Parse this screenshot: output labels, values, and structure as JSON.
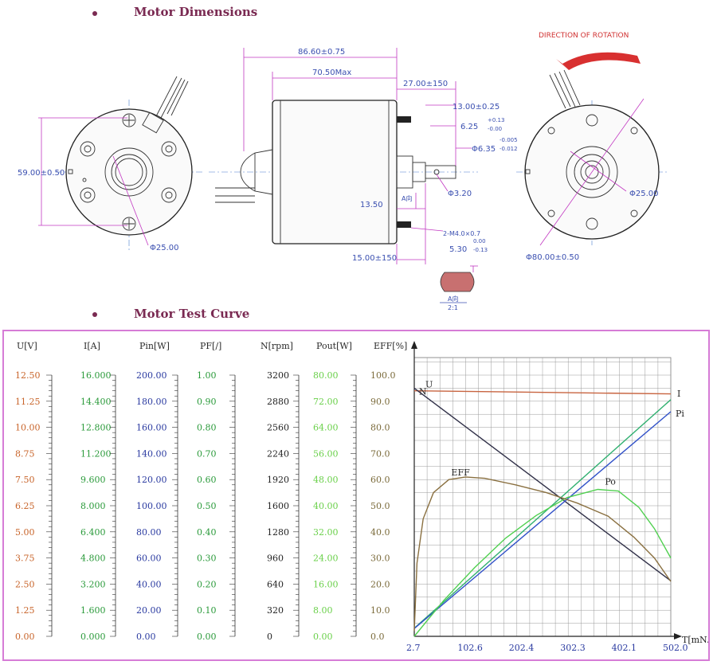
{
  "sections": {
    "dimensions_title": "Motor Dimensions",
    "curve_title": "Motor Test Curve"
  },
  "drawing": {
    "direction_label": "DIRECTION OF ROTATION",
    "dims": {
      "overall_length": "86.60±0.75",
      "body_length": "70.50Max",
      "shaft_length": "27.00±150",
      "shaft_flat": "13.00±0.25",
      "flat_depth": "6.25",
      "flat_tol_top": "+0.13",
      "flat_tol_bot": "-0.00",
      "shaft_dia": "Φ6.35",
      "shaft_tol_top": "-0.005",
      "shaft_tol_bot": "-0.012",
      "hole_dia": "Φ3.20",
      "hub_len": "13.50",
      "section_mark": "A向",
      "screw": "2-M4.0×0.7",
      "rear_len": "15.00±150",
      "flat_thk": "5.30",
      "flat_thk_tol_top": "0.00",
      "flat_thk_tol_bot": "-0.13",
      "section_label": "A向",
      "section_scale": "2:1",
      "height": "59.00±0.50",
      "boss_left": "Φ25.00",
      "boss_right": "Φ25.00",
      "body_dia": "Φ80.00±0.50"
    }
  },
  "chart_data": {
    "type": "line",
    "title": "",
    "xlabel": "T[mN.m]",
    "x_ticks": [
      "2.7",
      "102.6",
      "202.4",
      "302.3",
      "402.1",
      "502.0"
    ],
    "xlim": [
      2.7,
      502.0
    ],
    "y_columns": [
      {
        "header": "U[V]",
        "color": "#c8642a",
        "ticks": [
          "12.50",
          "11.25",
          "10.00",
          "8.75",
          "7.50",
          "6.25",
          "5.00",
          "3.75",
          "2.50",
          "1.25",
          "0.00"
        ]
      },
      {
        "header": "I[A]",
        "color": "#2a9a3a",
        "ticks": [
          "16.000",
          "14.400",
          "12.800",
          "11.200",
          "9.600",
          "8.000",
          "6.400",
          "4.800",
          "3.200",
          "1.600",
          "0.000"
        ]
      },
      {
        "header": "Pin[W]",
        "color": "#2a3aa0",
        "ticks": [
          "200.00",
          "180.00",
          "160.00",
          "140.00",
          "120.00",
          "100.00",
          "80.00",
          "60.00",
          "40.00",
          "20.00",
          "0.00"
        ]
      },
      {
        "header": "PF[/]",
        "color": "#2a9a3a",
        "ticks": [
          "1.00",
          "0.90",
          "0.80",
          "0.70",
          "0.60",
          "0.50",
          "0.40",
          "0.30",
          "0.20",
          "0.10",
          "0.00"
        ]
      },
      {
        "header": "N[rpm]",
        "color": "#222222",
        "ticks": [
          "3200",
          "2880",
          "2560",
          "2240",
          "1920",
          "1600",
          "1280",
          "960",
          "640",
          "320",
          "0"
        ]
      },
      {
        "header": "Pout[W]",
        "color": "#6ad04a",
        "ticks": [
          "80.00",
          "72.00",
          "64.00",
          "56.00",
          "48.00",
          "40.00",
          "32.00",
          "24.00",
          "16.00",
          "8.00",
          "0.00"
        ]
      },
      {
        "header": "EFF[%]",
        "color": "#7a6a3a",
        "ticks": [
          "100.0",
          "90.0",
          "80.0",
          "70.0",
          "60.0",
          "50.0",
          "40.0",
          "30.0",
          "20.0",
          "10.0",
          "0.0"
        ]
      }
    ],
    "series": [
      {
        "name": "U",
        "color": "#c86440",
        "axis": "U[V]",
        "x": [
          2.7,
          502.0
        ],
        "values": [
          11.75,
          11.6
        ]
      },
      {
        "name": "N",
        "color": "#303048",
        "axis": "N[rpm]",
        "x": [
          2.7,
          502.0
        ],
        "values": [
          3040,
          680
        ]
      },
      {
        "name": "I",
        "color": "#30b070",
        "axis": "I[A]",
        "x": [
          2.7,
          502.0
        ],
        "values": [
          0.5,
          14.5
        ]
      },
      {
        "name": "Pi",
        "color": "#3050c8",
        "axis": "Pin[W]",
        "x": [
          2.7,
          502.0
        ],
        "values": [
          6,
          172
        ]
      },
      {
        "name": "Po",
        "color": "#50d050",
        "axis": "Pout[W]",
        "x": [
          2.7,
          60,
          120,
          180,
          240,
          300,
          360,
          400,
          440,
          470,
          502.0
        ],
        "values": [
          0,
          11,
          21,
          30,
          37,
          42.5,
          45,
          44.5,
          39.5,
          33,
          24
        ]
      },
      {
        "name": "EFF",
        "color": "#8a7040",
        "axis": "EFF[%]",
        "x": [
          2.7,
          8,
          20,
          40,
          70,
          102.6,
          140,
          200,
          260,
          320,
          380,
          430,
          470,
          502.0
        ],
        "values": [
          2,
          28,
          45,
          55,
          60,
          61,
          60.5,
          58,
          55,
          51,
          46,
          38,
          30,
          21
        ]
      }
    ],
    "series_labels": {
      "U": "U",
      "N": "N",
      "I": "I",
      "Pi": "Pi",
      "Po": "Po",
      "EFF": "EFF"
    }
  }
}
